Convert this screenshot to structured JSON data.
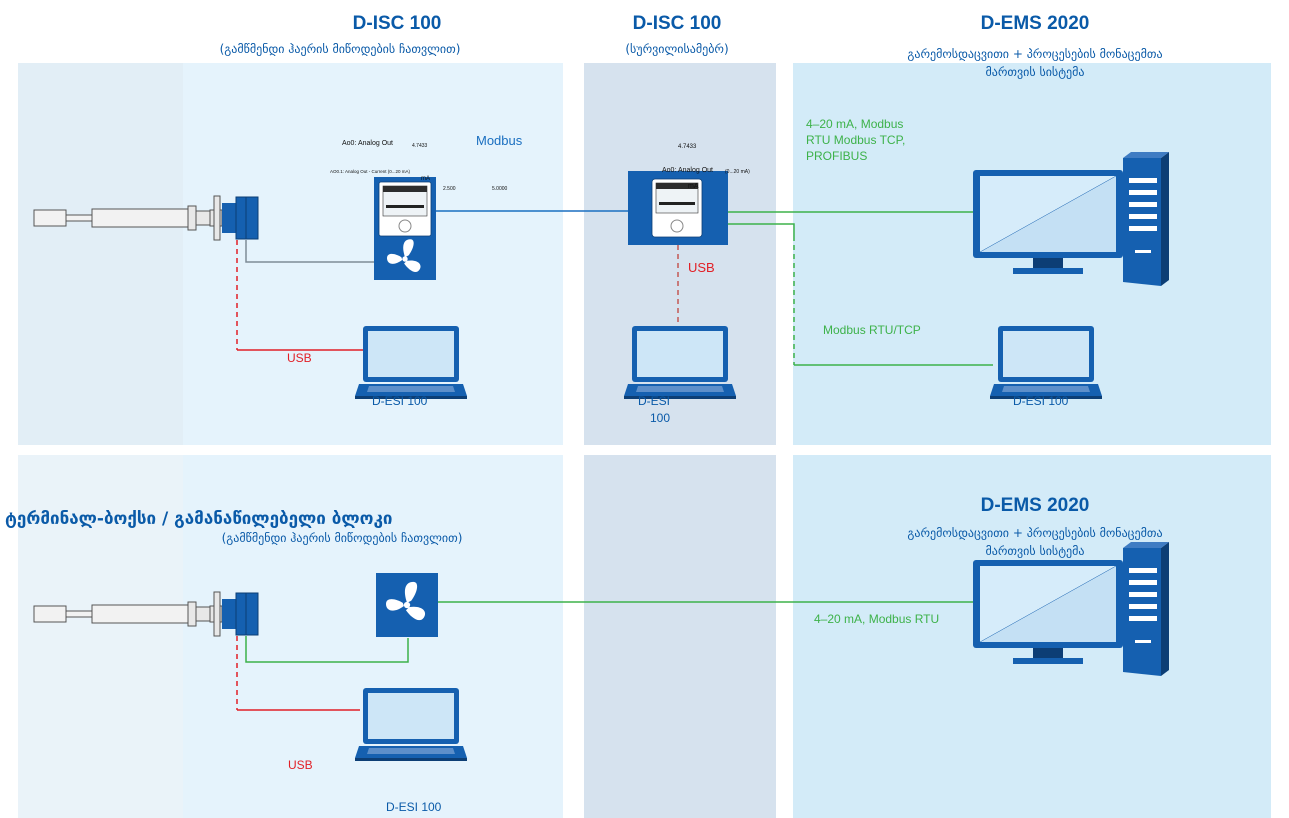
{
  "colors": {
    "title_blue": "#0a5aa8",
    "device_blue": "#1560b0",
    "link_blue": "#1a6fc0",
    "usb_red": "#e21f26",
    "bus_green": "#3db24a",
    "zone_light": "#e5f3fc",
    "zone_mid": "#d8eaf4",
    "zone_right": "#d3ebf8",
    "zone_gray": "#d6e2ee"
  },
  "headers": {
    "col1_title": "D-ISC 100",
    "col1_sub": "(გამწმენდი ჰაერის მიწოდების ჩათვლით)",
    "col2_title": "D-ISC 100",
    "col2_sub": "(სურვილისამებრ)",
    "col3_title": "D-EMS 2020",
    "col3_sub1": "გარემოსდაცვითი + პროცესების მონაცემთა",
    "col3_sub2": "მართვის სისტემა"
  },
  "row1": {
    "display_small": {
      "ao_label": "Ao0: Analog Out",
      "ao_value": "4.7433",
      "ao_line2": "AO0.1: Analog Out - Current (0...20 mA)",
      "unit": "mA",
      "scale_low": "2.500",
      "scale_high": "5.0000"
    },
    "display_right": {
      "value": "4.7433",
      "ao_label": "Ao0: Analog Out",
      "range": "(0...20 mA)",
      "unit": "mA"
    },
    "modbus_label": "Modbus",
    "usb_label_left": "USB",
    "usb_label_center": "USB",
    "out_label_line1": "4–20 mA, Modbus",
    "out_label_line2": "RTU Modbus TCP,",
    "out_label_line3": "PROFIBUS",
    "modbus_rtu_tcp": "Modbus RTU/TCP",
    "laptop_left_label": "D-ESI 100",
    "laptop_center_label1": "D-ESI",
    "laptop_center_label2": "100",
    "laptop_right_label": "D-ESI 100"
  },
  "row2": {
    "left_title": "ტერმინალ-ბოქსი / გამანაწილებელი ბლოკი",
    "left_sub": "(გამწმენდი ჰაერის მიწოდების ჩათვლით)",
    "right_title": "D-EMS 2020",
    "right_sub1": "გარემოსდაცვითი + პროცესების მონაცემთა",
    "right_sub2": "მართვის სისტემა",
    "out_label": "4–20 mA, Modbus RTU",
    "usb_label": "USB",
    "laptop_label": "D-ESI 100"
  },
  "icons": {
    "probe": "probe-icon",
    "fan": "fan-icon",
    "controller": "controller-icon",
    "laptop": "laptop-icon",
    "pc": "desktop-pc-icon"
  }
}
